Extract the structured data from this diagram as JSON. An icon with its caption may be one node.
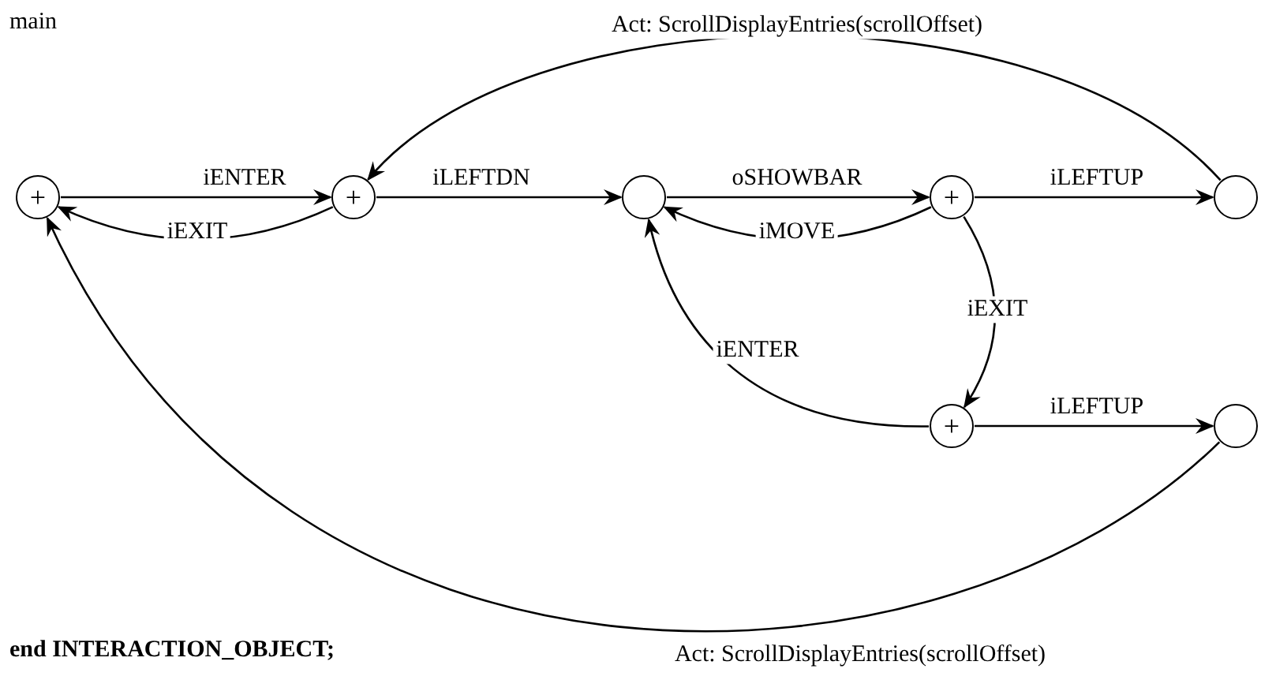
{
  "diagram": {
    "nodes": [
      {
        "text": [
          "+"
        ]
      },
      {
        "text": [
          "+"
        ]
      },
      {
        "text": [],
        "shape": "circle"
      },
      {
        "text": [
          "+"
        ]
      },
      {
        "text": [],
        "shape": "circle"
      },
      {
        "text": [
          "+"
        ]
      },
      {
        "text": [],
        "shape": "circle"
      }
    ],
    "edges": [
      {
        "from": 0,
        "to": 1,
        "arrow": "to",
        "label": "iENTER"
      },
      {
        "from": 1,
        "to": 0,
        "arrow": "to",
        "label": "iEXIT"
      },
      {
        "from": 1,
        "to": 2,
        "arrow": "to",
        "label": "iLEFTDN"
      },
      {
        "from": 2,
        "to": 3,
        "arrow": "to",
        "label": "oSHOWBAR"
      },
      {
        "from": 3,
        "to": 2,
        "arrow": "to",
        "label": "iMOVE"
      },
      {
        "from": 3,
        "to": 4,
        "arrow": "to",
        "label": "iLEFTUP"
      },
      {
        "from": 4,
        "to": 1,
        "arrow": "to",
        "label": "Act: ScrollDisplayEntries(scrollOffset)"
      },
      {
        "from": 3,
        "to": 5,
        "arrow": "to",
        "label": "iEXIT"
      },
      {
        "from": 5,
        "to": 2,
        "arrow": "to",
        "label": "iENTER"
      },
      {
        "from": 5,
        "to": 6,
        "arrow": "to",
        "label": "iLEFTUP"
      },
      {
        "from": 6,
        "to": 0,
        "arrow": "to",
        "label": "Act: ScrollDisplayEntries(scrollOffset)"
      }
    ],
    "labels": [
      "main",
      "end INTERACTION_OBJECT;"
    ]
  }
}
